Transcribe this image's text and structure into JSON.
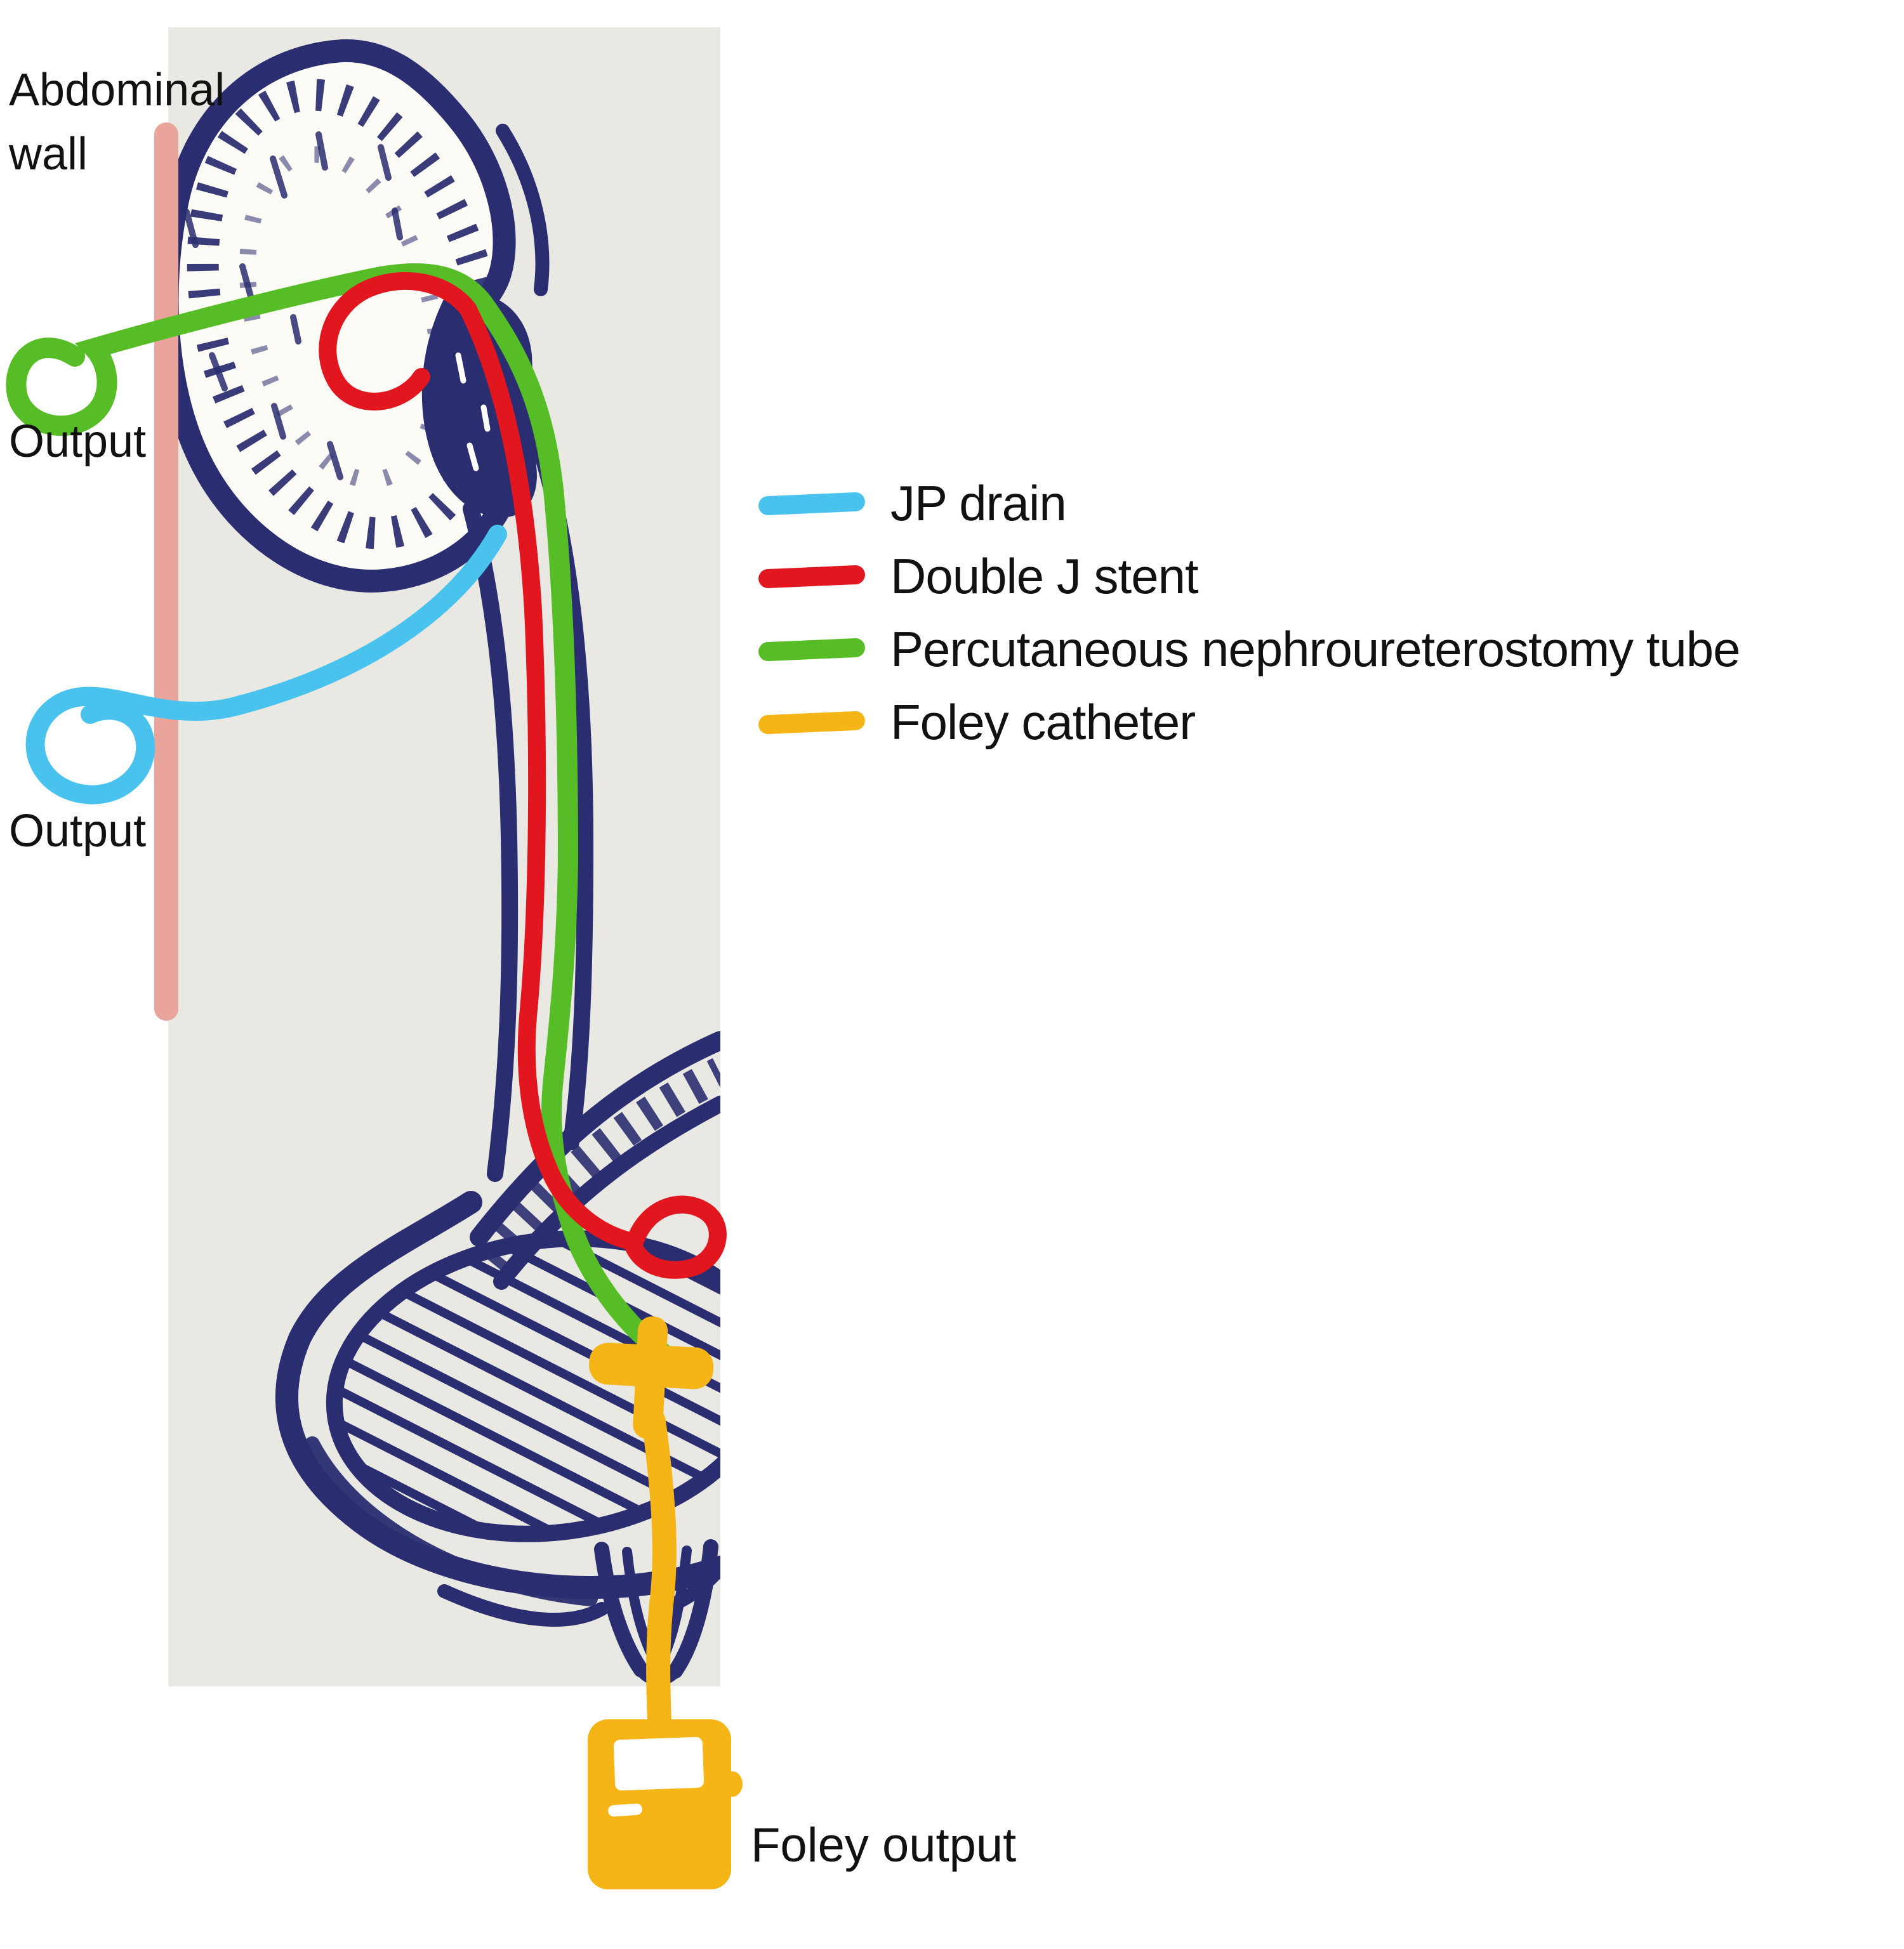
{
  "colors": {
    "navy": "#2a2d6f",
    "green": "#57bd26",
    "red": "#e2161f",
    "cyan": "#49c3ee",
    "yellow": "#f5b517",
    "pink": "#e9a49c",
    "panel_gray": "#e9e8e3",
    "paper": "#fcfbf6",
    "white": "#ffffff",
    "text": "#111111"
  },
  "labels": {
    "abdominal_wall": "Abdominal wall",
    "output_upper": "Output",
    "output_lower": "Output",
    "foley_output": "Foley output"
  },
  "legend": {
    "items": [
      {
        "label": "JP drain",
        "color": "#49c3ee"
      },
      {
        "label": "Double J stent",
        "color": "#e2161f"
      },
      {
        "label": "Percutaneous nephroureterostomy tube",
        "color": "#57bd26"
      },
      {
        "label": "Foley catheter",
        "color": "#f5b517"
      }
    ]
  }
}
